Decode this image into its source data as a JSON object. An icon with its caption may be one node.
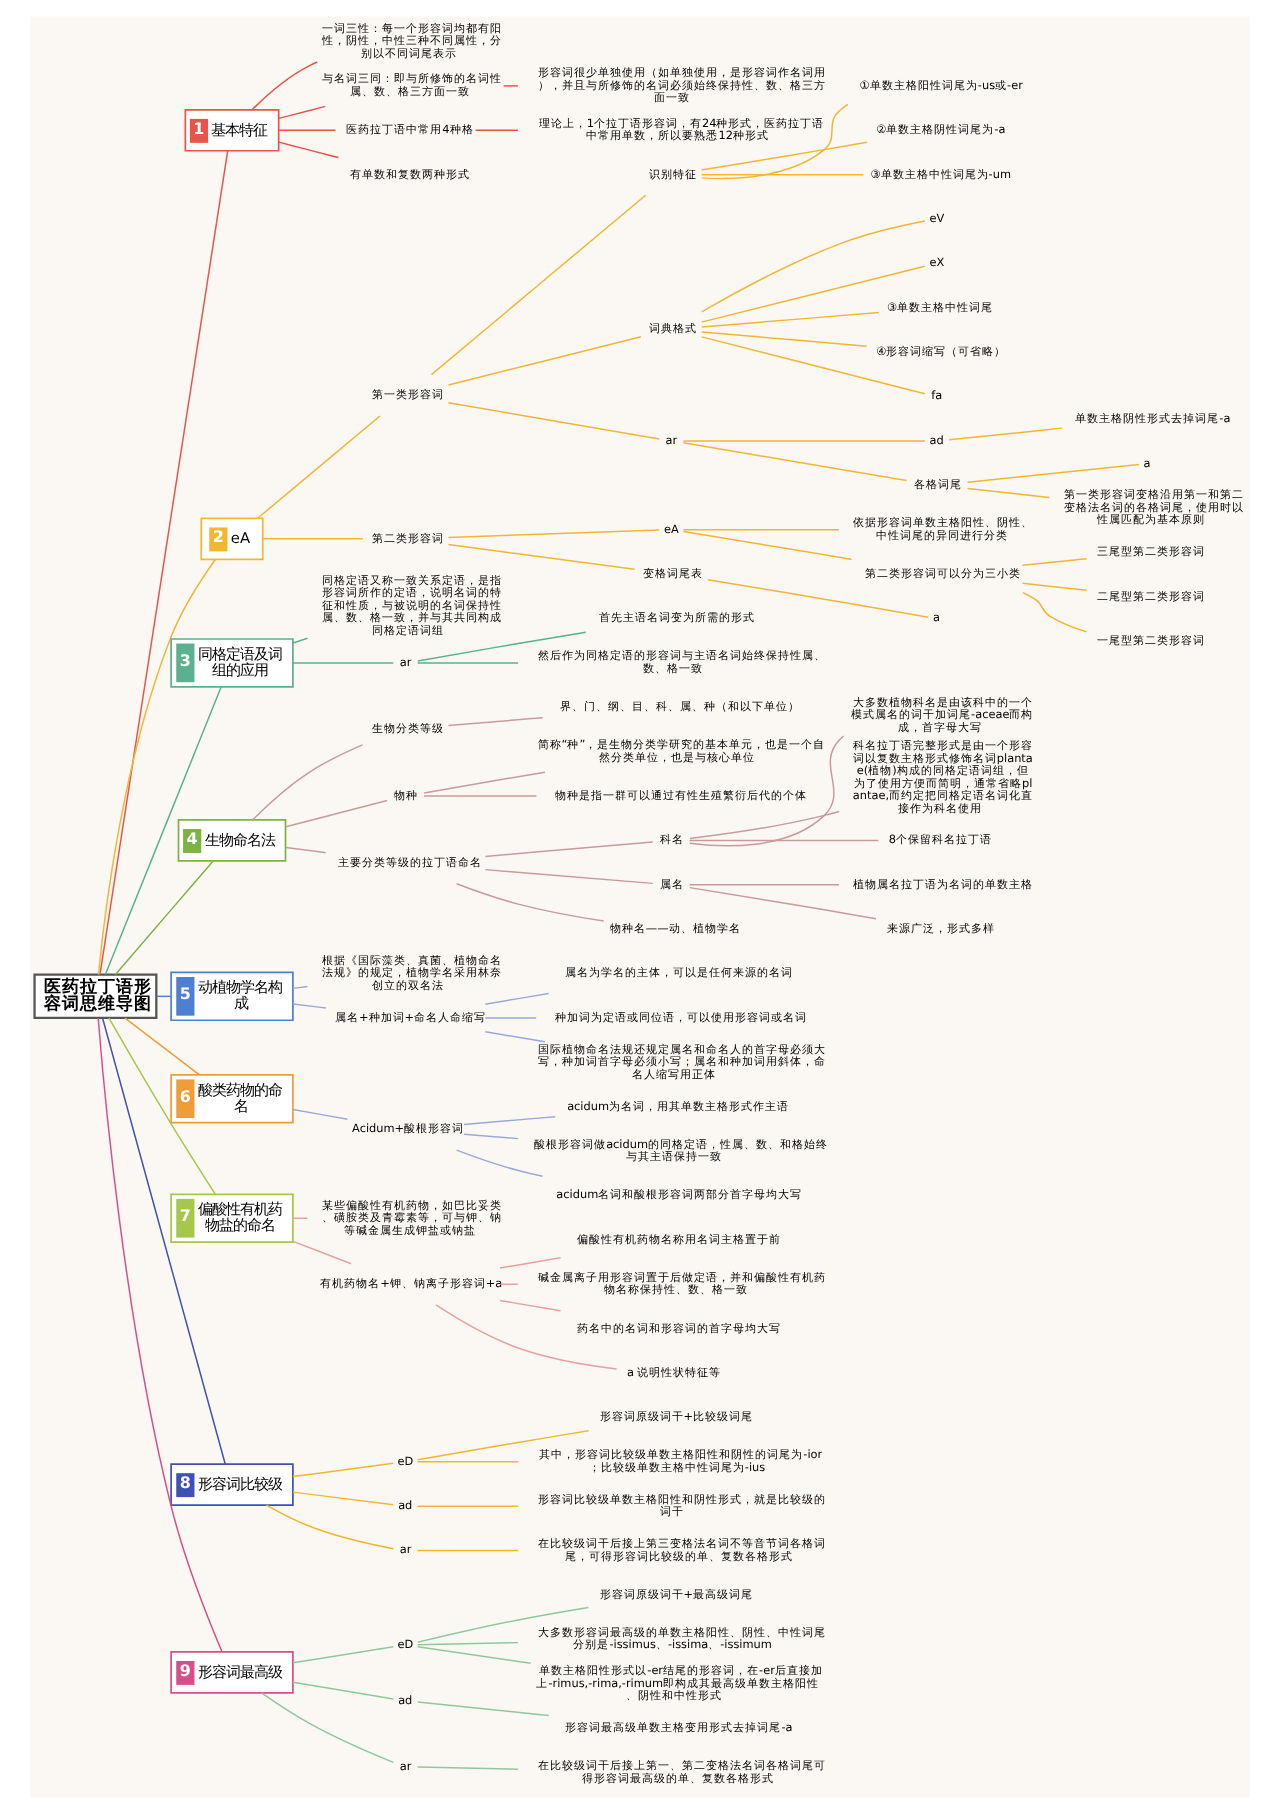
{
  "diagram": {
    "nodes": [
      {
        "text": [
          "医药拉丁语形容词思维导图"
        ]
      },
      {
        "text": [
          "1",
          "基本特征"
        ]
      },
      {
        "text": [
          "一词三性：每一个形容词均都有阳性，阴性，中性三种不同属性，分别以不同词尾表示"
        ]
      },
      {
        "text": [
          "与名词三同：即与所修饰的名词性属、数、格三方面一致"
        ]
      },
      {
        "text": [
          "形容词很少单独使用（如单独使用，是形容词作名词用），并且与所修饰的名词必须始终保持性、数、格三方面一致"
        ]
      },
      {
        "text": [
          "医药拉丁语中常用4种格"
        ]
      },
      {
        "text": [
          "理论上，1个拉丁语形容词，有24种形式，医药拉丁语中常用单数，所以要熟悉12种形式"
        ]
      },
      {
        "text": [
          "有单数和复数两种形式"
        ]
      },
      {
        "text": [
          "2",
          "eA"
        ]
      },
      {
        "text": [
          "第一类形容词"
        ]
      },
      {
        "text": [
          "识别特征"
        ]
      },
      {
        "text": [
          "①单数主格阳性词尾为-us或-er"
        ]
      },
      {
        "text": [
          "②单数主格阴性词尾为-a"
        ]
      },
      {
        "text": [
          "③单数主格中性词尾为-um"
        ]
      },
      {
        "text": [
          "词典格式"
        ]
      },
      {
        "text": [
          "eV"
        ]
      },
      {
        "text": [
          "eX"
        ]
      },
      {
        "text": [
          "③单数主格中性词尾"
        ]
      },
      {
        "text": [
          "④形容词缩写（可省略）"
        ]
      },
      {
        "text": [
          "fa"
        ]
      },
      {
        "text": [
          "ar"
        ]
      },
      {
        "text": [
          "ad"
        ]
      },
      {
        "text": [
          "单数主格阴性形式去掉词尾-a"
        ]
      },
      {
        "text": [
          "各格词尾"
        ]
      },
      {
        "text": [
          "a"
        ]
      },
      {
        "text": [
          "第一类形容词变格沿用第一和第二变格法名词的各格词尾，使用时以性属匹配为基本原则"
        ]
      },
      {
        "text": [
          "第二类形容词"
        ]
      },
      {
        "text": [
          "eA"
        ]
      },
      {
        "text": [
          "依据形容词单数主格阳性、阴性、中性词尾的异同进行分类"
        ]
      },
      {
        "text": [
          "第二类形容词可以分为三小类"
        ]
      },
      {
        "text": [
          "三尾型第二类形容词"
        ]
      },
      {
        "text": [
          "二尾型第二类形容词"
        ]
      },
      {
        "text": [
          "一尾型第二类形容词"
        ]
      },
      {
        "text": [
          "变格词尾表"
        ]
      },
      {
        "text": [
          "a"
        ]
      },
      {
        "text": [
          "3",
          "同格定语及词组的应用"
        ]
      },
      {
        "text": [
          "同格定语又称一致关系定语，是指形容词所作的定语，说明名词的特征和性质，与被说明的名词保持性属、数、格一致，并与其共同构成同格定语词组"
        ]
      },
      {
        "text": [
          "ar"
        ]
      },
      {
        "text": [
          "首先主语名词变为所需的形式"
        ]
      },
      {
        "text": [
          "然后作为同格定语的形容词与主语名词始终保持性属、数、格一致"
        ]
      },
      {
        "text": [
          "4",
          "生物命名法"
        ]
      },
      {
        "text": [
          "生物分类等级"
        ]
      },
      {
        "text": [
          "界、门、纲、目、科、属、种（和以下单位）"
        ]
      },
      {
        "text": [
          "物种"
        ]
      },
      {
        "text": [
          "简称“种”，是生物分类学研究的基本单元，也是一个自然分类单位，也是与核心单位"
        ]
      },
      {
        "text": [
          "物种是指一群可以通过有性生殖繁衍后代的个体"
        ]
      },
      {
        "text": [
          "主要分类等级的拉丁语命名"
        ]
      },
      {
        "text": [
          "科名"
        ]
      },
      {
        "text": [
          "大多数植物科名是由该科中的一个模式属名的词干加词尾-aceae而构成，首字母大写"
        ]
      },
      {
        "text": [
          "科名拉丁语完整形式是由一个形容词以复数主格形式修饰名词plantae(植物)构成的同格定语词组，但为了使用方便而简明，通常省略plantae,而约定把同格定语名词化直接作为科名使用"
        ]
      },
      {
        "text": [
          "8个保留科名拉丁语"
        ]
      },
      {
        "text": [
          "属名"
        ]
      },
      {
        "text": [
          "植物属名拉丁语为名词的单数主格"
        ]
      },
      {
        "text": [
          "来源广泛，形式多样"
        ]
      },
      {
        "text": [
          "物种名——动、植物学名"
        ]
      },
      {
        "text": [
          "5",
          "动植物学名构成"
        ]
      },
      {
        "text": [
          "根据《国际藻类、真菌、植物命名法规》的规定，植物学名采用林奈创立的双名法"
        ]
      },
      {
        "text": [
          "属名+种加词+命名人命缩写"
        ]
      },
      {
        "text": [
          "属名为学名的主体，可以是任何来源的名词"
        ]
      },
      {
        "text": [
          "种加词为定语或同位语，可以使用形容词或名词"
        ]
      },
      {
        "text": [
          "国际植物命名法规还规定属名和命名人的首字母必须大写，种加词首字母必须小写；属名和种加词用斜体，命名人缩写用正体"
        ]
      },
      {
        "text": [
          "6",
          "酸类药物的命名"
        ]
      },
      {
        "text": [
          "Acidum+酸根形容词"
        ]
      },
      {
        "text": [
          "acidum为名词，用其单数主格形式作主语"
        ]
      },
      {
        "text": [
          "酸根形容词做acidum的同格定语，性属、数、和格始终与其主语保持一致"
        ]
      },
      {
        "text": [
          "acidum名词和酸根形容词两部分首字母均大写"
        ]
      },
      {
        "text": [
          "7",
          "偏酸性有机药物盐的命名"
        ]
      },
      {
        "text": [
          "某些偏酸性有机药物，如巴比妥类、磺胺类及青霉素等，可与钾、钠等碱金属生成钾盐或钠盐"
        ]
      },
      {
        "text": [
          "有机药物名+钾、钠离子形容词+a"
        ]
      },
      {
        "text": [
          "偏酸性有机药物名称用名词主格置于前"
        ]
      },
      {
        "text": [
          "碱金属离子用形容词置于后做定语，并和偏酸性有机药物名称保持性、数、格一致"
        ]
      },
      {
        "text": [
          "药名中的名词和形容词的首字母均大写"
        ]
      },
      {
        "text": [
          "a 说明性状特征等"
        ]
      },
      {
        "text": [
          "8",
          "形容词比较级"
        ]
      },
      {
        "text": [
          "eD"
        ]
      },
      {
        "text": [
          "形容词原级词干+比较级词尾"
        ]
      },
      {
        "text": [
          "其中，形容词比较级单数主格阳性和阴性的词尾为-ior；比较级单数主格中性词尾为-ius"
        ]
      },
      {
        "text": [
          "ad"
        ]
      },
      {
        "text": [
          "形容词比较级单数主格阳性和阴性形式，就是比较级的词干"
        ]
      },
      {
        "text": [
          "ar"
        ]
      },
      {
        "text": [
          "在比较级词干后接上第三变格法名词不等音节词各格词尾，可得形容词比较级的单、复数各格形式"
        ]
      },
      {
        "text": [
          "9",
          "形容词最高级"
        ]
      },
      {
        "text": [
          "eD"
        ]
      },
      {
        "text": [
          "形容词原级词干+最高级词尾"
        ]
      },
      {
        "text": [
          "大多数形容词最高级的单数主格阳性、阴性、中性词尾分别是-issimus、-issima、-issimum"
        ]
      },
      {
        "text": [
          "单数主格阳性形式以-er结尾的形容词，在-er后直接加上-rimus,-rima,-rimum即构成其最高级单数主格阳性、阴性和中性形式"
        ]
      },
      {
        "text": [
          "ad"
        ]
      },
      {
        "text": [
          "形容词最高级单数主格变用形式去掉词尾-a"
        ]
      },
      {
        "text": [
          "ar"
        ]
      },
      {
        "text": [
          "在比较级词干后接上第一、第二变格法名词各格词尾可得形容词最高级的单、复数各格形式"
        ]
      }
    ],
    "edges": [
      {
        "from": 0,
        "to": 1,
        "arrow": "none",
        "color": "#e8534a"
      },
      {
        "from": 1,
        "to": 2,
        "arrow": "none",
        "color": "#e8534a"
      },
      {
        "from": 1,
        "to": 3,
        "arrow": "none",
        "color": "#e8534a"
      },
      {
        "from": 3,
        "to": 4,
        "arrow": "none",
        "color": "#e8534a"
      },
      {
        "from": 1,
        "to": 5,
        "arrow": "none",
        "color": "#e8534a"
      },
      {
        "from": 5,
        "to": 6,
        "arrow": "none",
        "color": "#e8534a"
      },
      {
        "from": 1,
        "to": 7,
        "arrow": "none",
        "color": "#e8534a"
      },
      {
        "from": 0,
        "to": 8,
        "arrow": "none",
        "color": "#f2b632"
      },
      {
        "from": 8,
        "to": 9,
        "arrow": "none",
        "color": "#f2b632"
      },
      {
        "from": 9,
        "to": 10,
        "arrow": "none",
        "color": "#f2b632"
      },
      {
        "from": 10,
        "to": 11,
        "arrow": "none",
        "color": "#f2b632"
      },
      {
        "from": 10,
        "to": 12,
        "arrow": "none",
        "color": "#f2b632"
      },
      {
        "from": 10,
        "to": 13,
        "arrow": "none",
        "color": "#f2b632"
      },
      {
        "from": 9,
        "to": 14,
        "arrow": "none",
        "color": "#f2b632"
      },
      {
        "from": 14,
        "to": 15,
        "arrow": "none",
        "color": "#f2b632"
      },
      {
        "from": 14,
        "to": 16,
        "arrow": "none",
        "color": "#f2b632"
      },
      {
        "from": 14,
        "to": 17,
        "arrow": "none",
        "color": "#f2b632"
      },
      {
        "from": 14,
        "to": 18,
        "arrow": "none",
        "color": "#f2b632"
      },
      {
        "from": 14,
        "to": 19,
        "arrow": "none",
        "color": "#f2b632"
      },
      {
        "from": 9,
        "to": 20,
        "arrow": "none",
        "color": "#f2b632"
      },
      {
        "from": 20,
        "to": 21,
        "arrow": "none",
        "color": "#f2b632"
      },
      {
        "from": 21,
        "to": 22,
        "arrow": "none",
        "color": "#f2b632"
      },
      {
        "from": 20,
        "to": 23,
        "arrow": "none",
        "color": "#f2b632"
      },
      {
        "from": 23,
        "to": 24,
        "arrow": "none",
        "color": "#f2b632"
      },
      {
        "from": 23,
        "to": 25,
        "arrow": "none",
        "color": "#f2b632"
      },
      {
        "from": 8,
        "to": 26,
        "arrow": "none",
        "color": "#f2b632"
      },
      {
        "from": 26,
        "to": 27,
        "arrow": "none",
        "color": "#f2b632"
      },
      {
        "from": 27,
        "to": 28,
        "arrow": "none",
        "color": "#f2b632"
      },
      {
        "from": 27,
        "to": 29,
        "arrow": "none",
        "color": "#f2b632"
      },
      {
        "from": 29,
        "to": 30,
        "arrow": "none",
        "color": "#f2b632"
      },
      {
        "from": 29,
        "to": 31,
        "arrow": "none",
        "color": "#f2b632"
      },
      {
        "from": 29,
        "to": 32,
        "arrow": "none",
        "color": "#f2b632"
      },
      {
        "from": 26,
        "to": 33,
        "arrow": "none",
        "color": "#f2b632"
      },
      {
        "from": 33,
        "to": 34,
        "arrow": "none",
        "color": "#f2b632"
      },
      {
        "from": 0,
        "to": 35,
        "arrow": "none",
        "color": "#5bb08f"
      },
      {
        "from": 35,
        "to": 36,
        "arrow": "none",
        "color": "#5bb08f"
      },
      {
        "from": 35,
        "to": 37,
        "arrow": "none",
        "color": "#5bb08f"
      },
      {
        "from": 37,
        "to": 38,
        "arrow": "none",
        "color": "#5bb08f"
      },
      {
        "from": 37,
        "to": 39,
        "arrow": "none",
        "color": "#5bb08f"
      },
      {
        "from": 0,
        "to": 40,
        "arrow": "none",
        "color": "#7cb342"
      },
      {
        "from": 40,
        "to": 41,
        "arrow": "none",
        "color": "#c99a9a"
      },
      {
        "from": 41,
        "to": 42,
        "arrow": "none",
        "color": "#c99a9a"
      },
      {
        "from": 40,
        "to": 43,
        "arrow": "none",
        "color": "#c99a9a"
      },
      {
        "from": 43,
        "to": 44,
        "arrow": "none",
        "color": "#c99a9a"
      },
      {
        "from": 43,
        "to": 45,
        "arrow": "none",
        "color": "#c99a9a"
      },
      {
        "from": 40,
        "to": 46,
        "arrow": "none",
        "color": "#c99a9a"
      },
      {
        "from": 46,
        "to": 47,
        "arrow": "none",
        "color": "#c99a9a"
      },
      {
        "from": 47,
        "to": 48,
        "arrow": "none",
        "color": "#c99a9a"
      },
      {
        "from": 47,
        "to": 49,
        "arrow": "none",
        "color": "#c99a9a"
      },
      {
        "from": 47,
        "to": 50,
        "arrow": "none",
        "color": "#c99a9a"
      },
      {
        "from": 46,
        "to": 51,
        "arrow": "none",
        "color": "#c99a9a"
      },
      {
        "from": 51,
        "to": 52,
        "arrow": "none",
        "color": "#c99a9a"
      },
      {
        "from": 51,
        "to": 53,
        "arrow": "none",
        "color": "#c99a9a"
      },
      {
        "from": 46,
        "to": 54,
        "arrow": "none",
        "color": "#c99a9a"
      },
      {
        "from": 0,
        "to": 55,
        "arrow": "none",
        "color": "#4f7fd1"
      },
      {
        "from": 55,
        "to": 56,
        "arrow": "none",
        "color": "#9aa8d8"
      },
      {
        "from": 55,
        "to": 57,
        "arrow": "none",
        "color": "#9aa8d8"
      },
      {
        "from": 57,
        "to": 58,
        "arrow": "none",
        "color": "#9aa8d8"
      },
      {
        "from": 57,
        "to": 59,
        "arrow": "none",
        "color": "#9aa8d8"
      },
      {
        "from": 57,
        "to": 60,
        "arrow": "none",
        "color": "#9aa8d8"
      },
      {
        "from": 0,
        "to": 61,
        "arrow": "none",
        "color": "#f29c38"
      },
      {
        "from": 61,
        "to": 62,
        "arrow": "none",
        "color": "#9aa8d8"
      },
      {
        "from": 62,
        "to": 63,
        "arrow": "none",
        "color": "#9aa8d8"
      },
      {
        "from": 62,
        "to": 64,
        "arrow": "none",
        "color": "#9aa8d8"
      },
      {
        "from": 62,
        "to": 65,
        "arrow": "none",
        "color": "#9aa8d8"
      },
      {
        "from": 0,
        "to": 66,
        "arrow": "none",
        "color": "#a5c84a"
      },
      {
        "from": 66,
        "to": 67,
        "arrow": "none",
        "color": "#eaa0a0"
      },
      {
        "from": 66,
        "to": 68,
        "arrow": "none",
        "color": "#eaa0a0"
      },
      {
        "from": 68,
        "to": 69,
        "arrow": "none",
        "color": "#eaa0a0"
      },
      {
        "from": 68,
        "to": 70,
        "arrow": "none",
        "color": "#eaa0a0"
      },
      {
        "from": 68,
        "to": 71,
        "arrow": "none",
        "color": "#eaa0a0"
      },
      {
        "from": 68,
        "to": 72,
        "arrow": "none",
        "color": "#eaa0a0"
      },
      {
        "from": 0,
        "to": 73,
        "arrow": "none",
        "color": "#3f51b5"
      },
      {
        "from": 73,
        "to": 74,
        "arrow": "none",
        "color": "#f2b632"
      },
      {
        "from": 74,
        "to": 75,
        "arrow": "none",
        "color": "#f2b632"
      },
      {
        "from": 74,
        "to": 76,
        "arrow": "none",
        "color": "#f2b632"
      },
      {
        "from": 73,
        "to": 77,
        "arrow": "none",
        "color": "#f2b632"
      },
      {
        "from": 77,
        "to": 78,
        "arrow": "none",
        "color": "#f2b632"
      },
      {
        "from": 73,
        "to": 79,
        "arrow": "none",
        "color": "#f2b632"
      },
      {
        "from": 79,
        "to": 80,
        "arrow": "none",
        "color": "#f2b632"
      },
      {
        "from": 0,
        "to": 81,
        "arrow": "none",
        "color": "#d64f8a"
      },
      {
        "from": 81,
        "to": 82,
        "arrow": "none",
        "color": "#8fc89a"
      },
      {
        "from": 82,
        "to": 83,
        "arrow": "none",
        "color": "#8fc89a"
      },
      {
        "from": 82,
        "to": 84,
        "arrow": "none",
        "color": "#8fc89a"
      },
      {
        "from": 82,
        "to": 85,
        "arrow": "none",
        "color": "#8fc89a"
      },
      {
        "from": 81,
        "to": 86,
        "arrow": "none",
        "color": "#8fc89a"
      },
      {
        "from": 86,
        "to": 87,
        "arrow": "none",
        "color": "#8fc89a"
      },
      {
        "from": 81,
        "to": 88,
        "arrow": "none",
        "color": "#8fc89a"
      },
      {
        "from": 88,
        "to": 89,
        "arrow": "none",
        "color": "#8fc89a"
      }
    ]
  }
}
